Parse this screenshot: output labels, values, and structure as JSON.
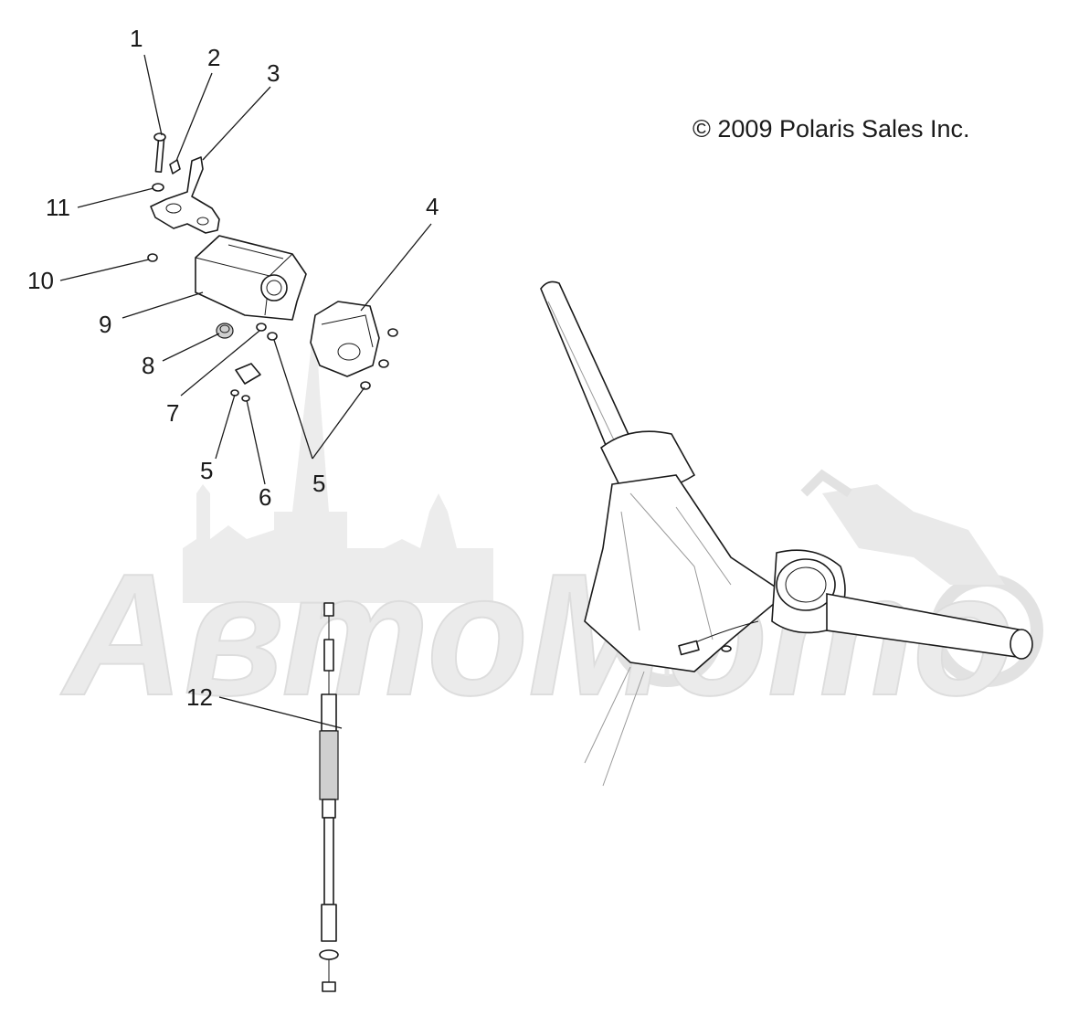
{
  "diagram": {
    "copyright": "© 2009 Polaris Sales Inc.",
    "watermark_text": "АвтоМото",
    "callouts": [
      {
        "id": "c1",
        "label": "1"
      },
      {
        "id": "c2",
        "label": "2"
      },
      {
        "id": "c3",
        "label": "3"
      },
      {
        "id": "c4",
        "label": "4"
      },
      {
        "id": "c5a",
        "label": "5"
      },
      {
        "id": "c5b",
        "label": "5"
      },
      {
        "id": "c6",
        "label": "6"
      },
      {
        "id": "c7",
        "label": "7"
      },
      {
        "id": "c8",
        "label": "8"
      },
      {
        "id": "c9",
        "label": "9"
      },
      {
        "id": "c10",
        "label": "10"
      },
      {
        "id": "c11",
        "label": "11"
      },
      {
        "id": "c12",
        "label": "12"
      }
    ]
  }
}
